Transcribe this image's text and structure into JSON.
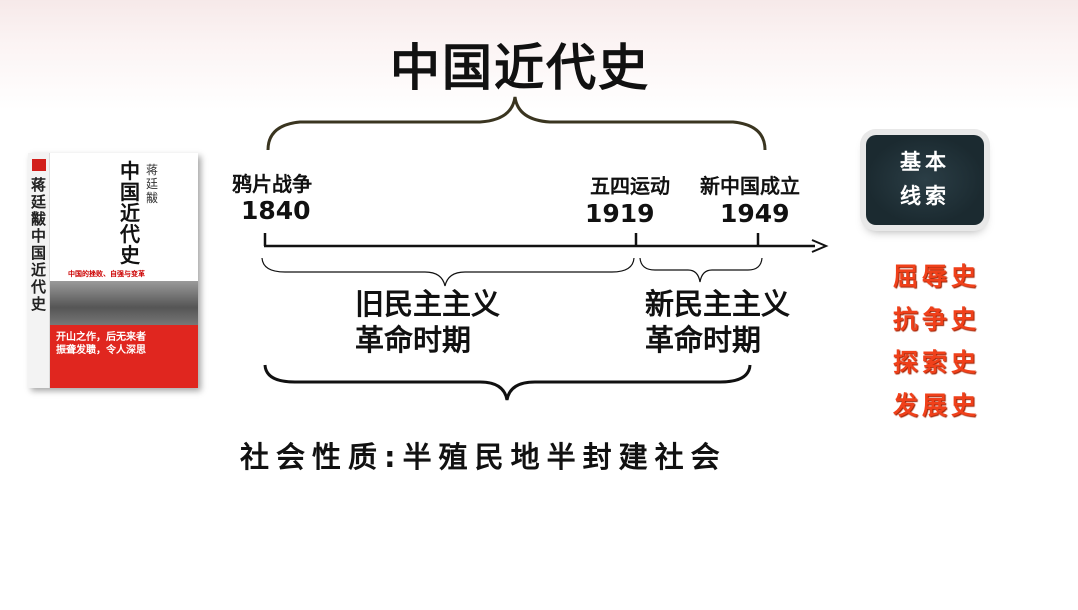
{
  "title": "中国近代史",
  "events": [
    {
      "name": "鸦片战争",
      "year": "1840"
    },
    {
      "name": "五四运动",
      "year": "1919"
    },
    {
      "name": "新中国成立",
      "year": "1949"
    }
  ],
  "periods": [
    {
      "line1": "旧民主主义",
      "line2": "革命时期"
    },
    {
      "line1": "新民主主义",
      "line2": "革命时期"
    }
  ],
  "society": "社会性质:半殖民地半封建社会",
  "book": {
    "spine_title": "蒋廷黻中国近代史",
    "title": "中国近代史",
    "author": "蒋廷黻",
    "subtitle": "中国的挫败、自强与变革",
    "slogan1": "开山之作，后无来者",
    "slogan2": "振聋发聩，令人深思"
  },
  "clue_panel": {
    "line1": "基本",
    "line2": "线索"
  },
  "histories": [
    "屈辱史",
    "抗争史",
    "探索史",
    "发展史"
  ]
}
